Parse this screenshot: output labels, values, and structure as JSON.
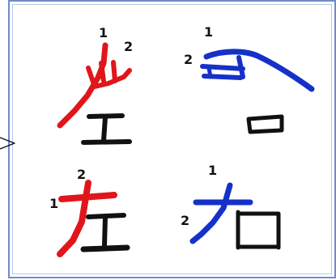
{
  "glyph_panels": [
    {
      "id": "left-hand-pictograph",
      "stroke_numbers": [
        "1",
        "2"
      ],
      "accent_color": "#e0161b"
    },
    {
      "id": "right-hand-pictograph",
      "stroke_numbers": [
        "1",
        "2"
      ],
      "accent_color": "#1531c9"
    },
    {
      "id": "left-character",
      "stroke_numbers": [
        "1",
        "2"
      ],
      "accent_color": "#e0161b"
    },
    {
      "id": "right-character",
      "stroke_numbers": [
        "1",
        "2"
      ],
      "accent_color": "#1531c9"
    }
  ],
  "colors": {
    "frame": "#6f8cc8",
    "ink": "#111111",
    "red": "#e0161b",
    "blue": "#1531c9"
  }
}
